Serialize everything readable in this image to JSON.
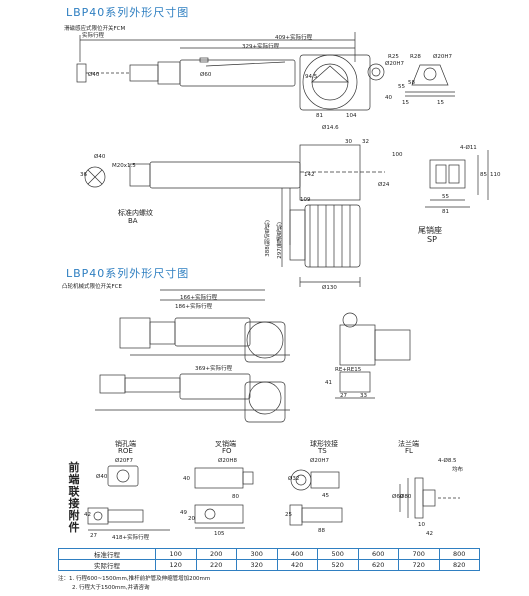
{
  "titles": {
    "top": "LBP40系列外形尺寸图",
    "middle": "LBP40系列外形尺寸图"
  },
  "top_section": {
    "limit_switch": "滑磁感应式限位开关FCM",
    "actual_stroke": "实际行程",
    "dim_409": "409+实际行程",
    "dim_329": "329+实际行程",
    "dim_d60": "Ø60",
    "dim_d40": "Ø40",
    "dim_945": "94.5",
    "dim_81": "81",
    "dim_104": "104",
    "dim_d20h7": "Ø20H7",
    "dim_r25": "R25",
    "dim_r28": "R28",
    "dim_d20h7b": "Ø20H7",
    "dim_40": "40",
    "dim_55": "55",
    "dim_58": "58",
    "dim_15": "15",
    "dim_15b": "15",
    "dim_d40_rod": "Ø40",
    "dim_m20": "M20x1.5",
    "dim_36": "36",
    "thread_label": "标准内螺纹",
    "thread_code": "BA",
    "dim_d14": "Ø14.6",
    "dim_30": "30",
    "dim_32": "32",
    "dim_100": "100",
    "dim_142": "142",
    "dim_d24": "Ø24",
    "dim_109": "109",
    "dim_388": "388(制动电机)",
    "dim_297": "297(普通电机)",
    "dim_d130": "Ø130",
    "dim_4d11": "4-Ø11",
    "dim_85": "85",
    "dim_110": "110",
    "dim_55b": "55",
    "dim_81b": "81",
    "tail_seat": "尾销座",
    "tail_code": "SP"
  },
  "middle_section": {
    "limit_switch": "凸轮机械式限位开关FCE",
    "dim_a": "166+实际行程",
    "dim_b": "186+实际行程",
    "dim_c": "369+实际行程",
    "dim_d": "27",
    "dim_e": "41",
    "dim_f": "33",
    "dim_g": "RE+RE15"
  },
  "accessories": {
    "title": "前端联接附件",
    "items": [
      {
        "name": "销孔端",
        "code": "ROE",
        "d1": "Ø20F7",
        "d2": "Ø40",
        "d3": "42",
        "d4": "27",
        "d5": "418+实际行程"
      },
      {
        "name": "叉销端",
        "code": "FO",
        "d1": "Ø20H8",
        "d2": "40",
        "d3": "80",
        "d4": "49",
        "d5": "20",
        "d6": "105"
      },
      {
        "name": "球形铰接",
        "code": "TS",
        "d1": "Ø20H7",
        "d2": "Ø32",
        "d3": "45",
        "d4": "25",
        "d5": "88"
      },
      {
        "name": "法兰端",
        "code": "FL",
        "d1": "4-Ø8.5",
        "d2": "均布",
        "d3": "Ø60",
        "d4": "Ø80",
        "d5": "10",
        "d6": "42"
      }
    ]
  },
  "spec_table": {
    "rows": [
      {
        "label": "标准行程",
        "values": [
          "100",
          "200",
          "300",
          "400",
          "500",
          "600",
          "700",
          "800"
        ]
      },
      {
        "label": "实际行程",
        "values": [
          "120",
          "220",
          "320",
          "420",
          "520",
          "620",
          "720",
          "820"
        ]
      }
    ]
  },
  "notes": {
    "n1": "注：1. 行程600~1500mm,推杆前护管及伸缩管增加200mm",
    "n2": "2. 行程大于1500mm,并请咨询"
  },
  "colors": {
    "accent": "#2f7fc1",
    "line": "#333333"
  }
}
